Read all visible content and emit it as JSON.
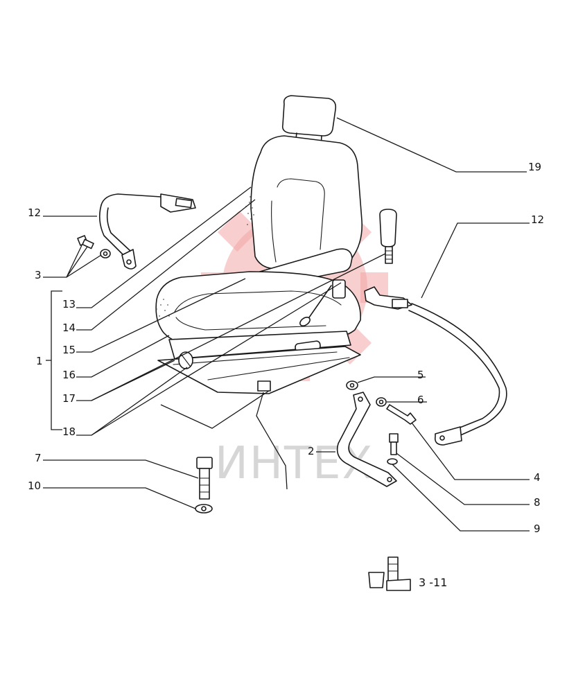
{
  "watermark": {
    "text": "ИНТЕХ",
    "gear_color": "#f3a7a7",
    "text_color": "#d6d6d6"
  },
  "callouts": {
    "c19": "19",
    "c12_right": "12",
    "c12_left": "12",
    "c3": "3",
    "c13": "13",
    "c14": "14",
    "c15": "15",
    "c16": "16",
    "c17": "17",
    "c18": "18",
    "c1": "1",
    "c7": "7",
    "c10": "10",
    "c5": "5",
    "c6": "6",
    "c2": "2",
    "c4": "4",
    "c8": "8",
    "c9": "9"
  },
  "reference": {
    "label": "3 -11"
  }
}
